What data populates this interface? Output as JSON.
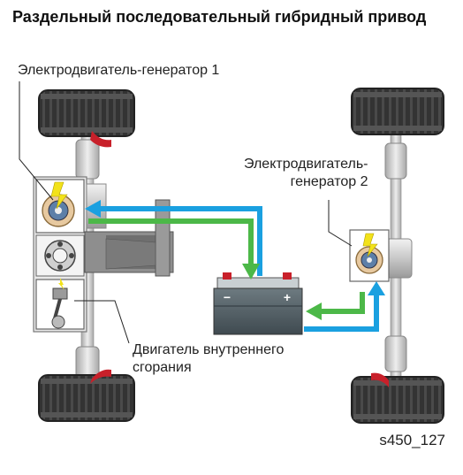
{
  "title": "Раздельный последовательный гибридный привод",
  "labels": {
    "motor_generator_1": "Электродвигатель-генератор 1",
    "motor_generator_2_line1": "Электродвигатель-",
    "motor_generator_2_line2": "генератор 2",
    "ice_line1": "Двигатель внутреннего",
    "ice_line2": "сгорания",
    "battery_minus": "−",
    "battery_plus": "+"
  },
  "figure_code": "s450_127",
  "colors": {
    "flow_blue": "#1aa0e0",
    "flow_green": "#4cb848",
    "tire": "#2f2f2f",
    "accent_red": "#c8202a",
    "housing": "#d8d8d8"
  },
  "icons": [
    "lightning-icon",
    "motor-generator-icon",
    "piston-icon",
    "battery-icon"
  ]
}
